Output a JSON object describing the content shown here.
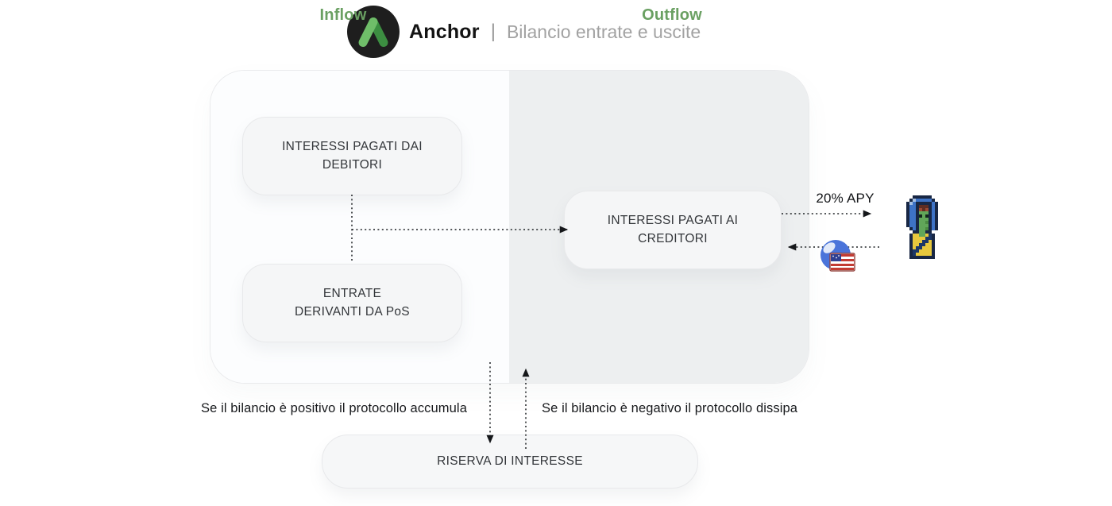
{
  "header": {
    "brand": "Anchor",
    "separator": "|",
    "subtitle": "Bilancio entrate e uscite",
    "logo_icon": "anchor-protocol-logo"
  },
  "panel": {
    "inflow_label": "Inflow",
    "outflow_label": "Outflow",
    "nodes": {
      "debtors": "INTERESSI PAGATI DAI DEBITORI",
      "pos": "ENTRATE DERIVANTI DA PoS",
      "creditors": "INTERESSI PAGATI AI CREDITORI",
      "reserve": "RISERVA DI INTERESSE"
    }
  },
  "annotations": {
    "apy": "20% APY",
    "note_positive": "Se il bilancio è positivo il protocollo accumula",
    "note_negative": "Se il bilancio è negativo il protocollo dissipa"
  },
  "icons": {
    "ust": "ust-globe-us-flag-icon",
    "depositor": "galactic-punk-pixel-avatar"
  },
  "flows": [
    {
      "from": "debtors",
      "to": "pos",
      "style": "dotted-line"
    },
    {
      "from": "inflow-junction",
      "to": "creditors",
      "style": "dotted-arrow-right"
    },
    {
      "from": "creditors",
      "to": "depositor",
      "label": "20% APY",
      "style": "dotted-arrow-right"
    },
    {
      "from": "depositor",
      "to": "creditors",
      "via": "ust",
      "style": "dotted-arrow-left"
    },
    {
      "from": "panel",
      "to": "reserve",
      "style": "dotted-arrow-down"
    },
    {
      "from": "reserve",
      "to": "panel",
      "style": "dotted-arrow-up"
    }
  ],
  "colors": {
    "accent_green": "#6aa062",
    "logo_green_light": "#6fbd69",
    "logo_green_dark": "#3c8e41",
    "logo_circle": "#1e1e1e",
    "inflow_bg": "#fcfdfe",
    "outflow_bg": "#edeff0",
    "node_bg": "#f5f6f7"
  }
}
